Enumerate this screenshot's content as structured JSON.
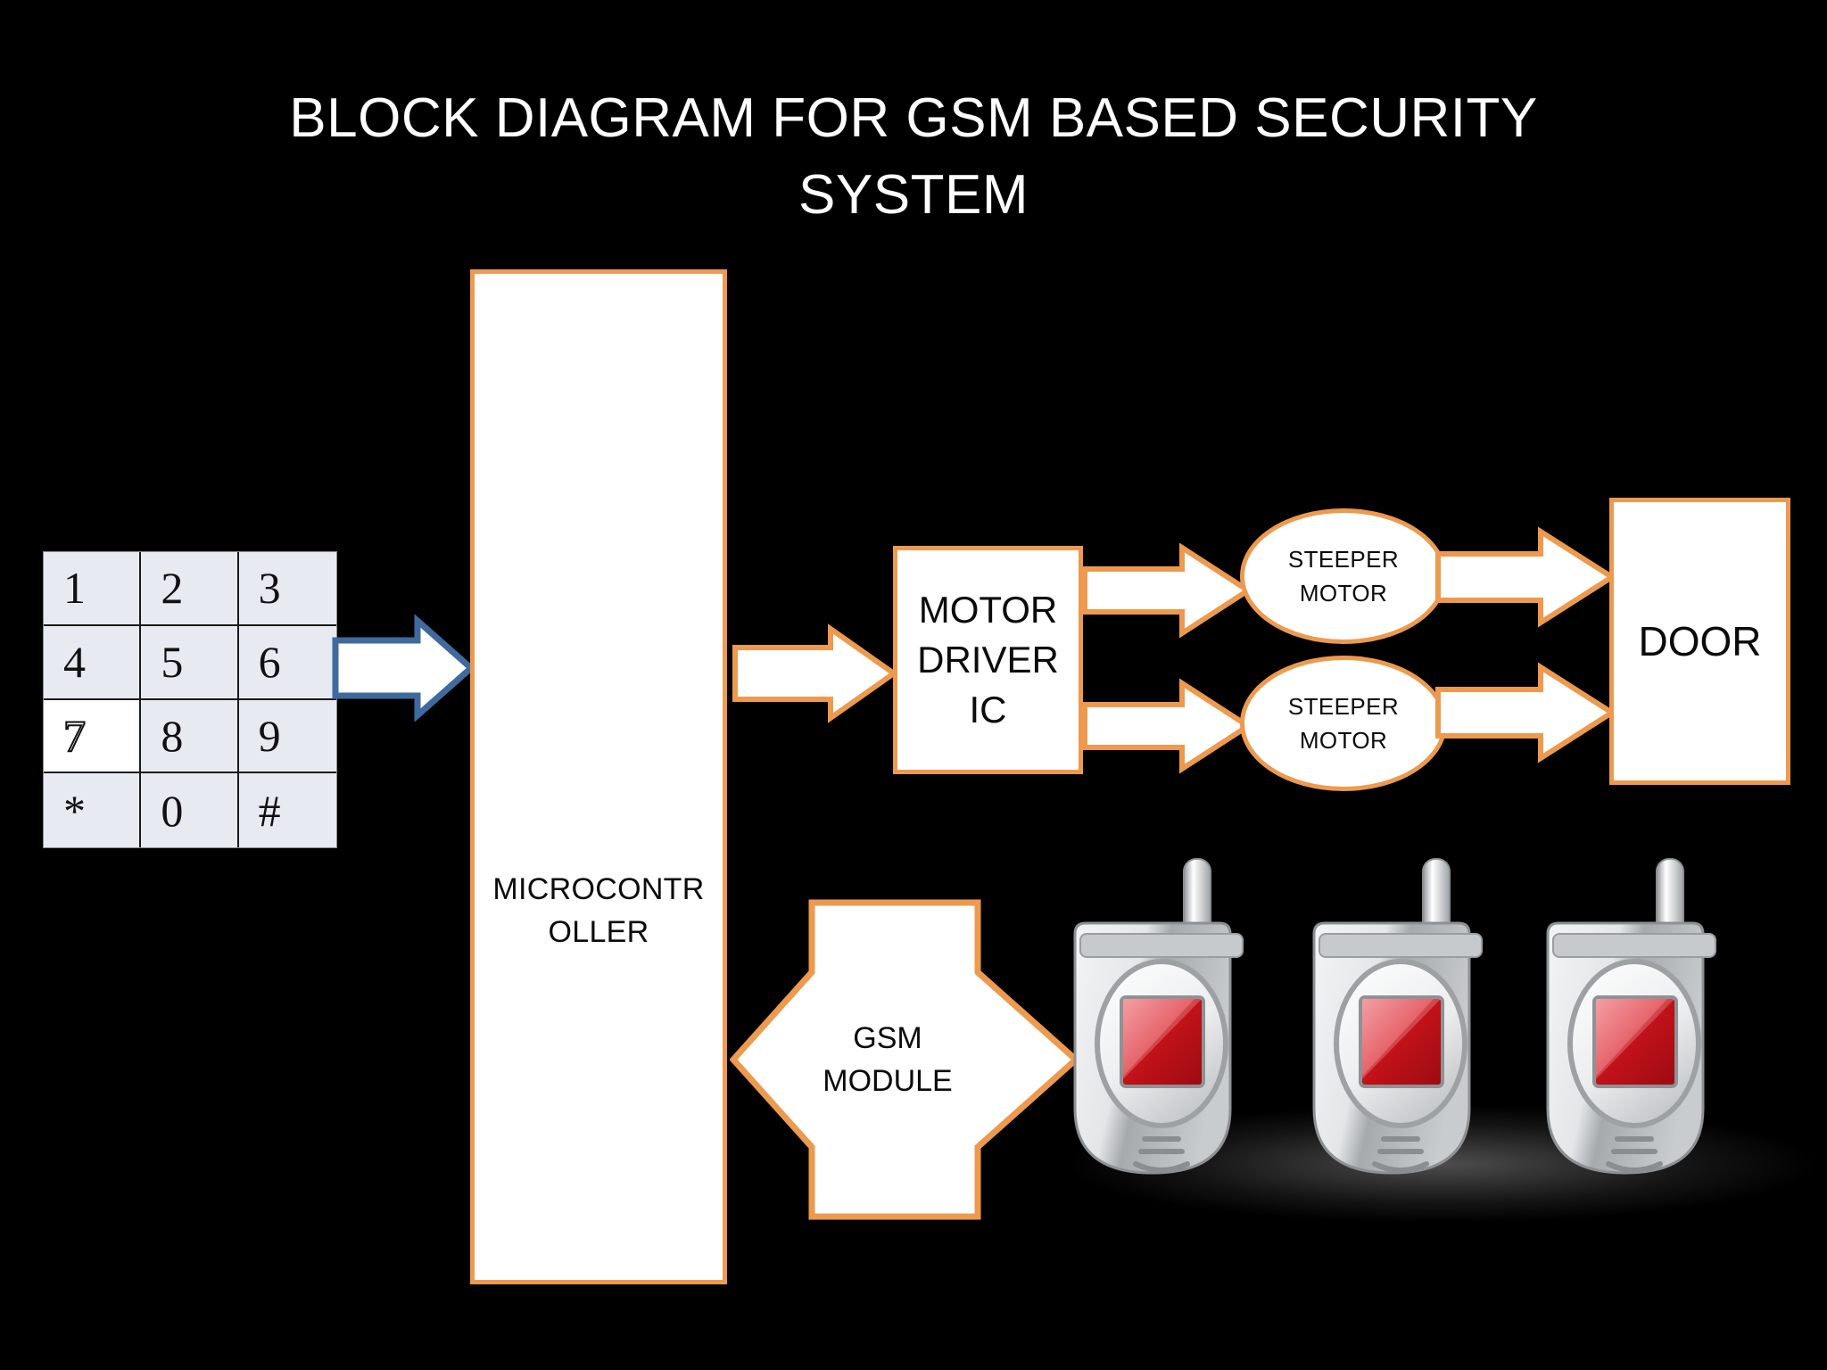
{
  "slide": {
    "background_color": "#000000",
    "title": "BLOCK DIAGRAM FOR GSM BASED SECURITY\nSYSTEM"
  },
  "palette": {
    "accent_orange": "#ED9A4E",
    "arrow_blue": "#3F6A9E",
    "block_fill": "#FFFFFF",
    "keypad_fill": "#E8EAF1",
    "text_dark": "#0B0B0B",
    "title_white": "#FFFFFF",
    "phone_red": "#D41A20"
  },
  "keypad": {
    "name": "numeric-keypad",
    "rows": [
      [
        "1",
        "2",
        "3"
      ],
      [
        "4",
        "5",
        "6"
      ],
      [
        "7",
        "8",
        "9"
      ],
      [
        "*",
        "0",
        "#"
      ]
    ],
    "keys_flat": [
      "1",
      "2",
      "3",
      "4",
      "5",
      "6",
      "7",
      "8",
      "9",
      "*",
      "0",
      "#"
    ],
    "highlighted_key": "7"
  },
  "blocks": {
    "microcontroller": {
      "label": "MICROCONTR\nOLLER"
    },
    "motor_driver": {
      "label": "MOTOR\nDRIVER\nIC"
    },
    "stepper_motor_1": {
      "label": "STEEPER\nMOTOR"
    },
    "stepper_motor_2": {
      "label": "STEEPER\nMOTOR"
    },
    "door": {
      "label": "DOOR"
    },
    "gsm_module": {
      "label": "GSM\nMODULE"
    }
  },
  "connections": [
    {
      "id": "keypad-to-mcu",
      "from": "keypad",
      "to": "microcontroller",
      "style": "single-arrow",
      "color": "#3F6A9E"
    },
    {
      "id": "mcu-to-motordriver",
      "from": "microcontroller",
      "to": "motor_driver",
      "style": "single-arrow",
      "color": "#ED9A4E"
    },
    {
      "id": "motordriver-to-motor1",
      "from": "motor_driver",
      "to": "stepper_motor_1",
      "style": "single-arrow",
      "color": "#ED9A4E"
    },
    {
      "id": "motordriver-to-motor2",
      "from": "motor_driver",
      "to": "stepper_motor_2",
      "style": "single-arrow",
      "color": "#ED9A4E"
    },
    {
      "id": "motor1-to-door",
      "from": "stepper_motor_1",
      "to": "door",
      "style": "single-arrow",
      "color": "#ED9A4E"
    },
    {
      "id": "motor2-to-door",
      "from": "stepper_motor_2",
      "to": "door",
      "style": "single-arrow",
      "color": "#ED9A4E"
    },
    {
      "id": "mcu-gsm-phones",
      "from": "microcontroller",
      "to": "mobile_phones",
      "style": "double-arrow",
      "color": "#ED9A4E"
    }
  ],
  "phones": {
    "count": 3,
    "items": [
      {
        "name": "mobile-phone-1"
      },
      {
        "name": "mobile-phone-2"
      },
      {
        "name": "mobile-phone-3"
      }
    ]
  }
}
